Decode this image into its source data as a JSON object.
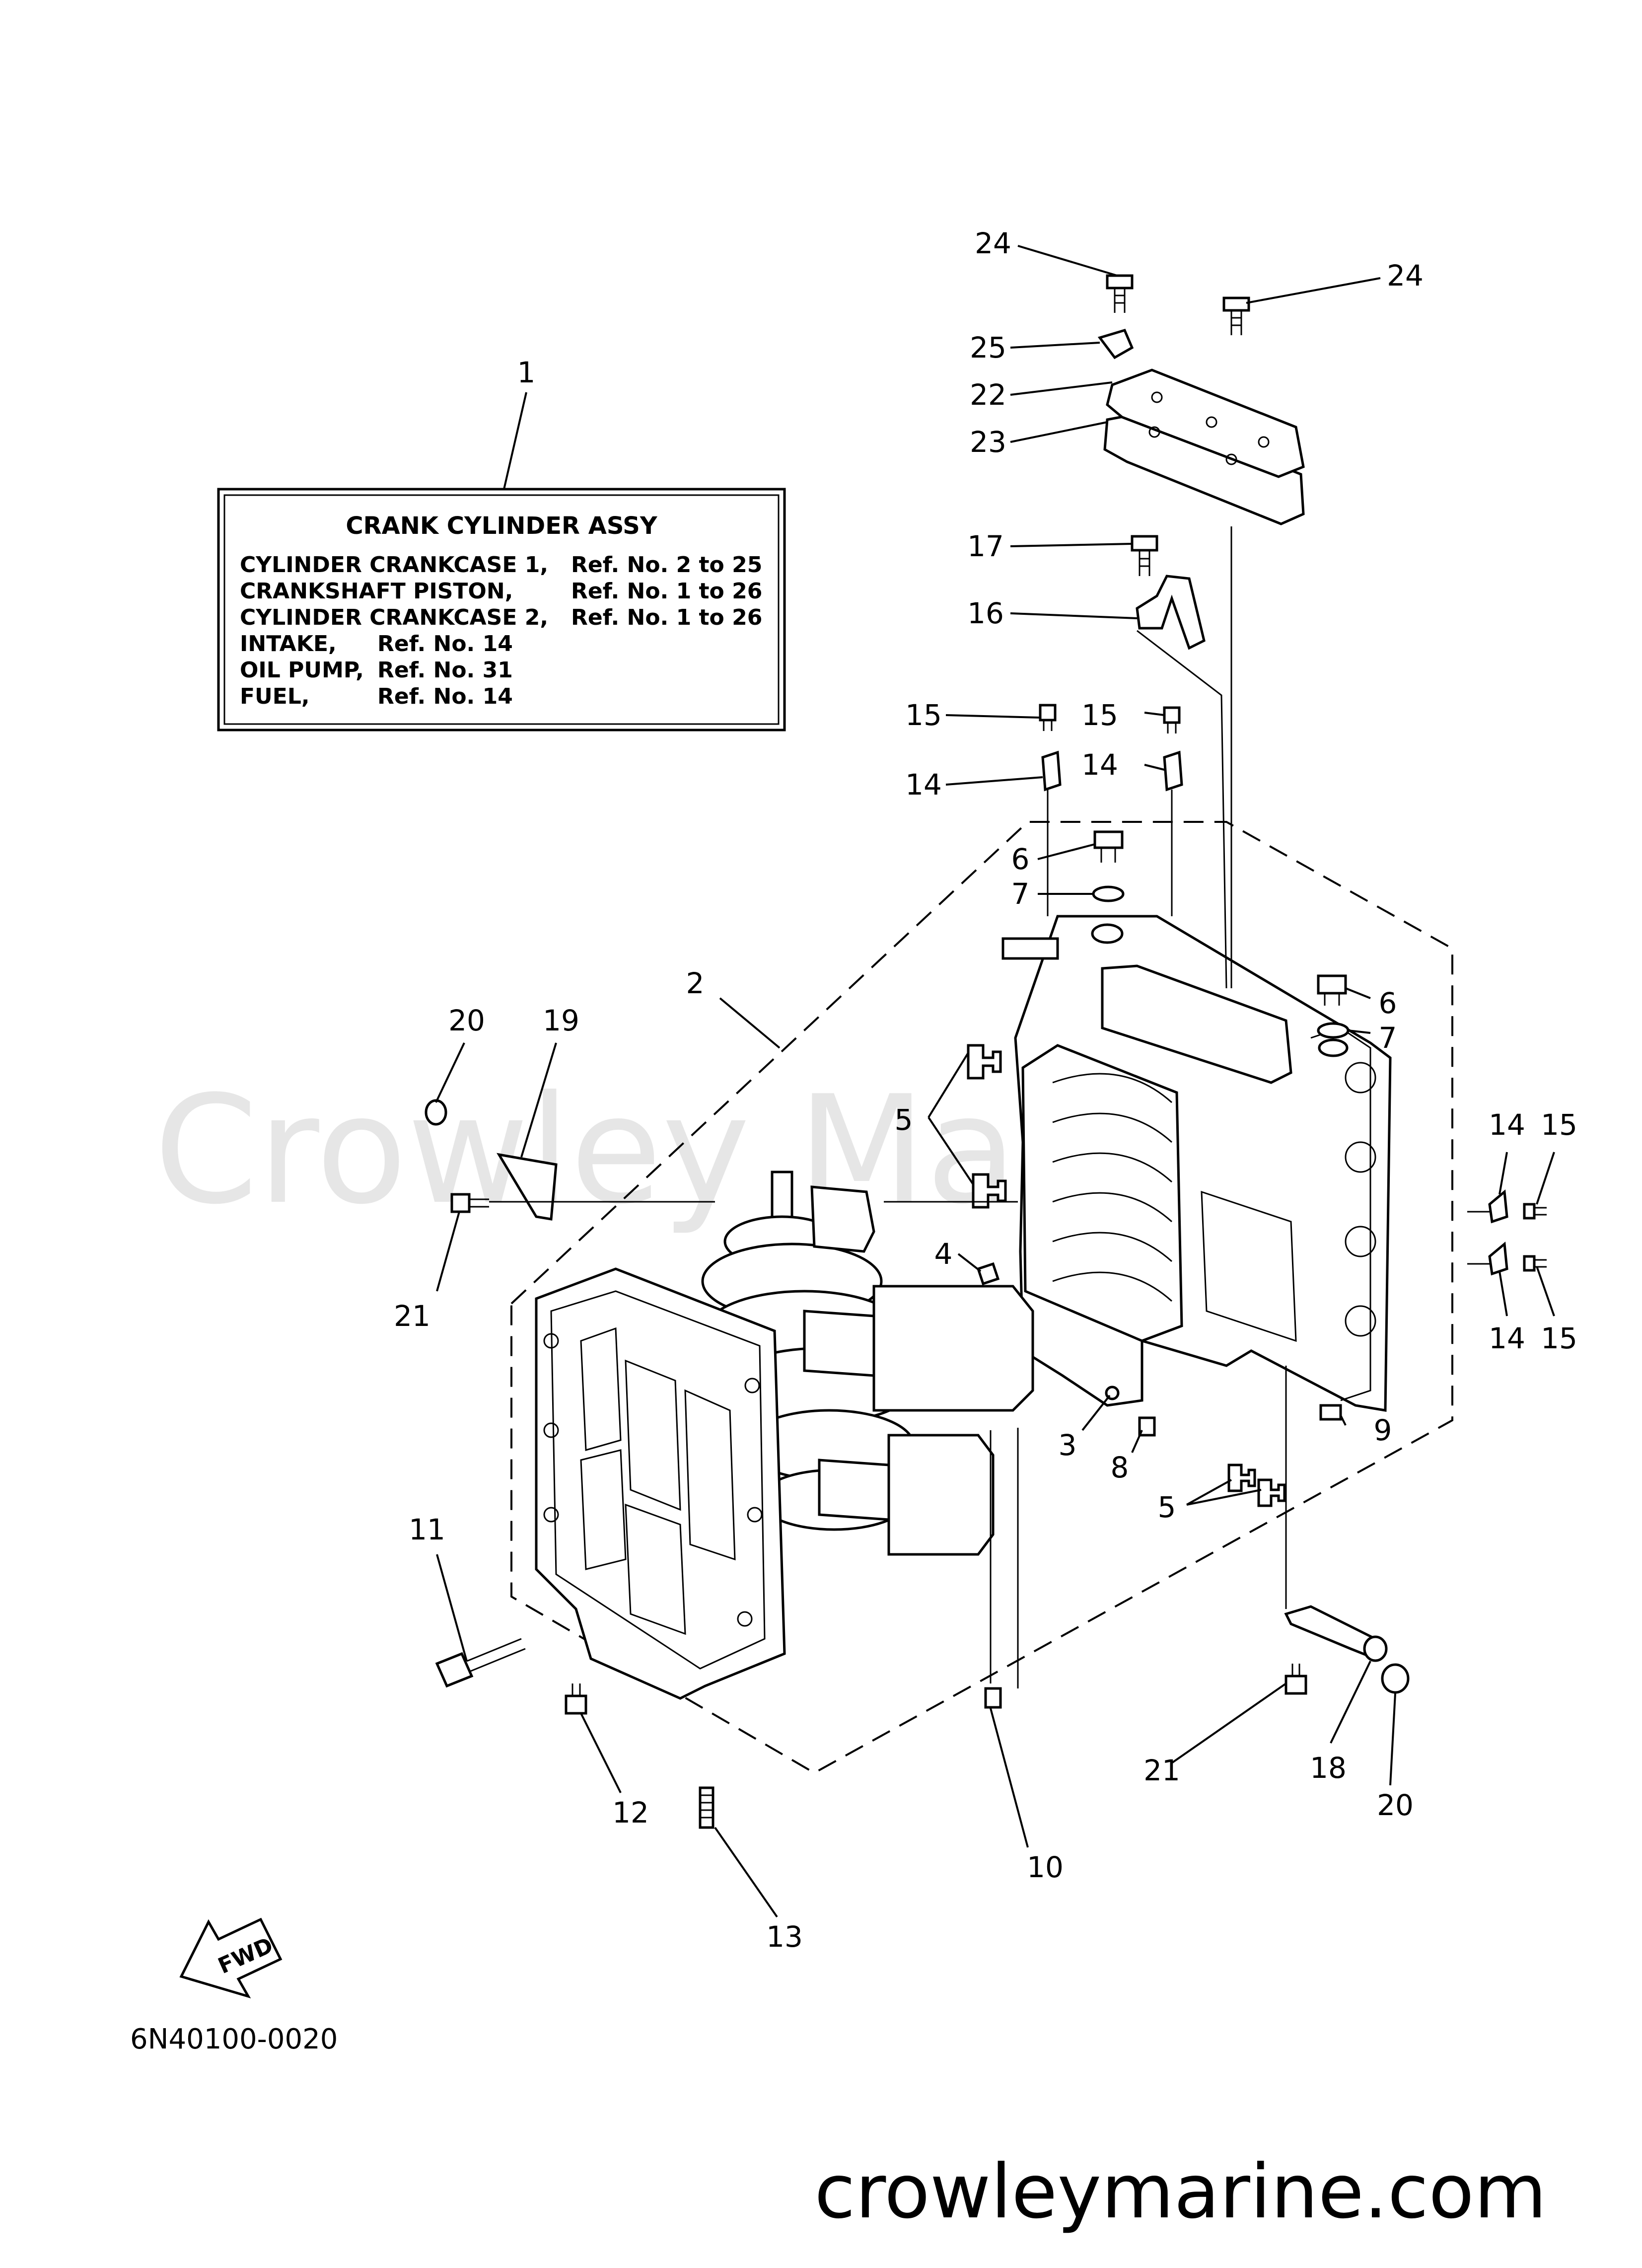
{
  "watermark": "Crowley Marine",
  "footer_site": "crowleymarine.com",
  "diagram_code": "6N40100-0020",
  "fwd_label": "FWD",
  "info_box": {
    "title": "CRANK CYLINDER ASSY",
    "rows": [
      {
        "name": "CYLINDER CRANKCASE 1,",
        "ref": "Ref. No. 2 to 25"
      },
      {
        "name": "CRANKSHAFT PISTON,",
        "ref": "Ref. No. 1 to 26"
      },
      {
        "name": "CYLINDER CRANKCASE 2,",
        "ref": "Ref. No. 1 to 26"
      },
      {
        "name": "INTAKE,",
        "ref": "Ref. No. 14"
      },
      {
        "name": "OIL PUMP,",
        "ref": "Ref. No. 31"
      },
      {
        "name": "FUEL,",
        "ref": "Ref. No. 14"
      }
    ]
  },
  "callouts": [
    "1",
    "2",
    "3",
    "4",
    "5",
    "5",
    "6",
    "6",
    "7",
    "7",
    "8",
    "9",
    "10",
    "11",
    "12",
    "13",
    "14",
    "14",
    "14",
    "14",
    "15",
    "15",
    "15",
    "15",
    "16",
    "17",
    "18",
    "19",
    "20",
    "20",
    "21",
    "21",
    "22",
    "23",
    "24",
    "24",
    "25"
  ]
}
